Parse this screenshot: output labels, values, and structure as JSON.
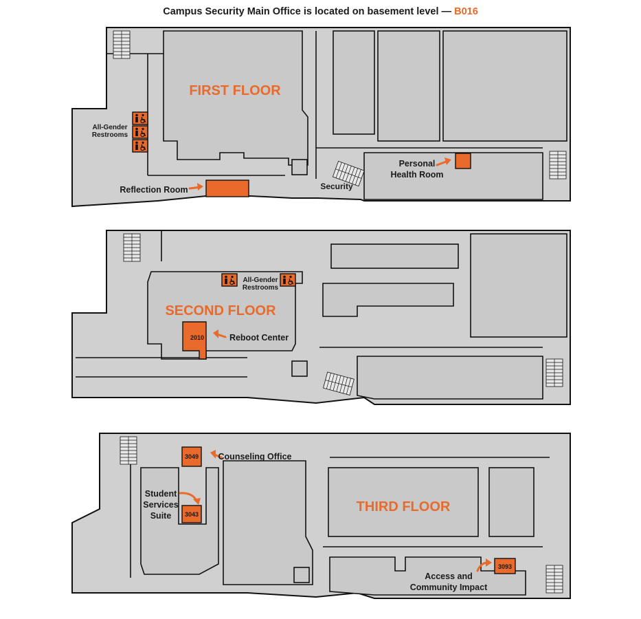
{
  "header": {
    "text": "Campus Security Main Office is located on basement level — ",
    "highlight": "B016",
    "accent_color": "#e96a2a"
  },
  "floors": {
    "first": {
      "name": "FIRST FLOOR",
      "restrooms_line1": "All-Gender",
      "restrooms_line2": "Restrooms",
      "reflection": "Reflection Room",
      "security": "Security",
      "health_line1": "Personal",
      "health_line2": "Health Room"
    },
    "second": {
      "name": "SECOND FLOOR",
      "restrooms_line1": "All-Gender",
      "restrooms_line2": "Restrooms",
      "reboot": "Reboot Center",
      "reboot_room": "2010"
    },
    "third": {
      "name": "THIRD FLOOR",
      "counseling": "Counseling Office",
      "counseling_room": "3049",
      "student_line1": "Student",
      "student_line2": "Services",
      "student_line3": "Suite",
      "student_room": "3043",
      "access_line1": "Access and",
      "access_line2": "Community Impact",
      "access_room": "3093"
    }
  },
  "icons": [
    "restroom-icon",
    "wheelchair-icon",
    "arrow-icon",
    "stairs-icon"
  ]
}
